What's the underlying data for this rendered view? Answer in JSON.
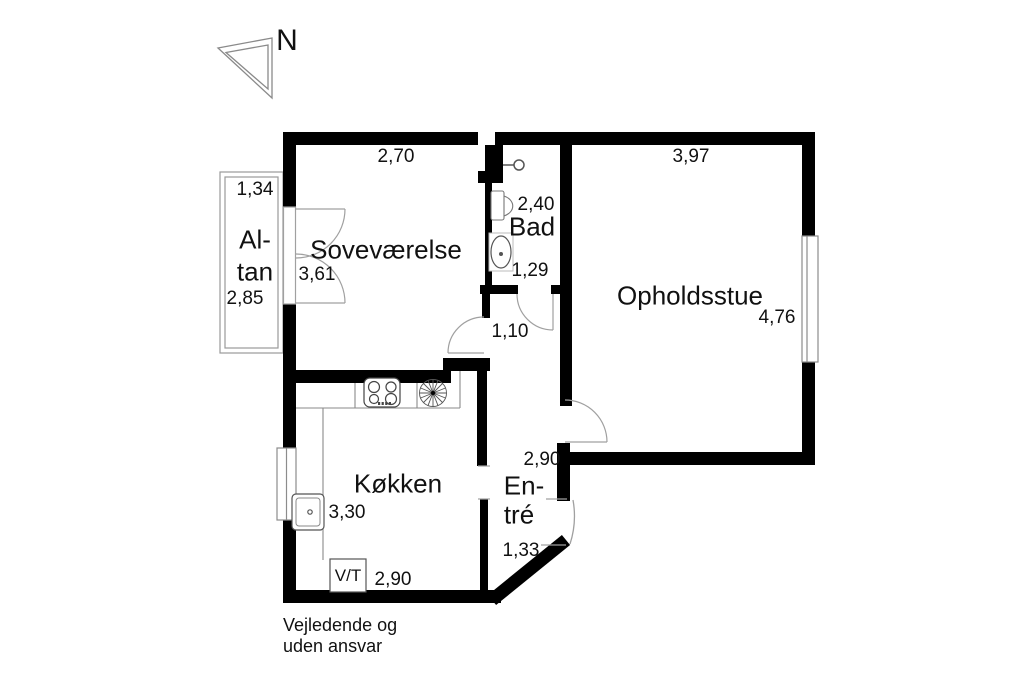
{
  "compass": {
    "label": "N"
  },
  "rooms": {
    "altan": {
      "label_line1": "Al-",
      "label_line2": "tan",
      "dim_width": "1,34",
      "dim_depth": "2,85"
    },
    "sovevaerelse": {
      "label": "Soveværelse",
      "dim_width": "2,70",
      "dim_depth": "3,61"
    },
    "bad": {
      "label": "Bad",
      "dim_width": "2,40",
      "dim_depth": "1,29"
    },
    "opholdsstue": {
      "label": "Opholdsstue",
      "dim_width": "3,97",
      "dim_depth": "4,76"
    },
    "entre": {
      "label_line1": "En-",
      "label_line2": "tré",
      "dim_width": "2,90",
      "dim_depth": "1,33",
      "dim_corridor": "1,10"
    },
    "koekken": {
      "label": "Køkken",
      "dim_width": "2,90",
      "dim_depth": "3,30"
    }
  },
  "fixtures": {
    "washer_label": "V/T"
  },
  "disclaimer": {
    "line1": "Vejledende og",
    "line2": "uden ansvar"
  },
  "colors": {
    "wall": "#000000",
    "thin_line": "#9a9a9a",
    "text": "#111111"
  }
}
